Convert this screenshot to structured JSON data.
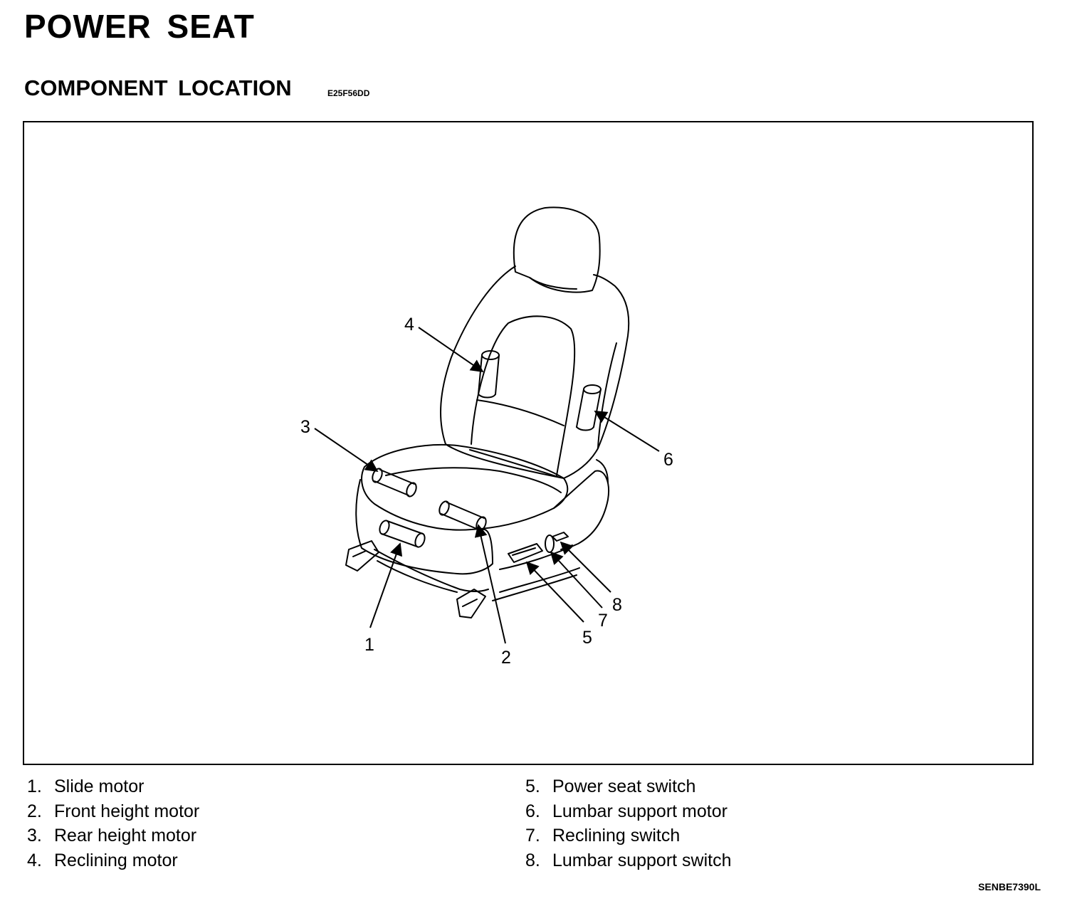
{
  "title": "POWER SEAT",
  "section": {
    "heading": "COMPONENT LOCATION",
    "code": "E25F56DD"
  },
  "callouts": {
    "c1": "1",
    "c2": "2",
    "c3": "3",
    "c4": "4",
    "c5": "5",
    "c6": "6",
    "c7": "7",
    "c8": "8"
  },
  "legend": {
    "left": [
      {
        "num": "1.",
        "label": "Slide motor"
      },
      {
        "num": "2.",
        "label": "Front height motor"
      },
      {
        "num": "3.",
        "label": "Rear height motor"
      },
      {
        "num": "4.",
        "label": "Reclining motor"
      }
    ],
    "right": [
      {
        "num": "5.",
        "label": "Power seat switch"
      },
      {
        "num": "6.",
        "label": "Lumbar support motor"
      },
      {
        "num": "7.",
        "label": "Reclining switch"
      },
      {
        "num": "8.",
        "label": "Lumbar support switch"
      }
    ]
  },
  "figure_id": "SENBE7390L"
}
